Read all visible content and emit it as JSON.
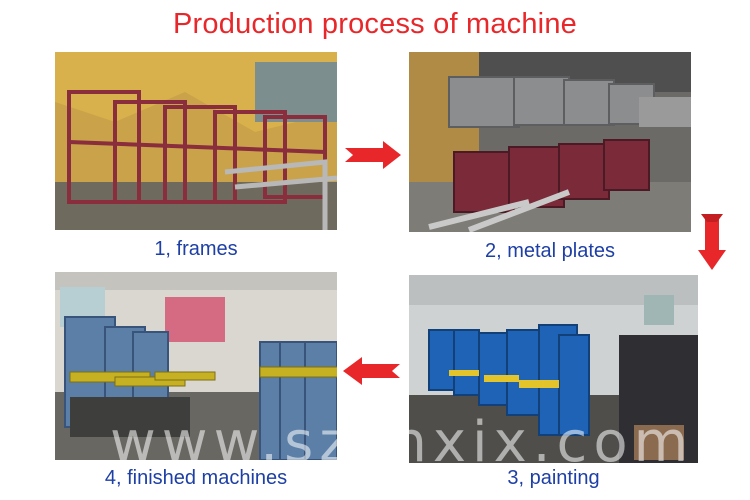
{
  "title": "Production process of machine",
  "steps": [
    {
      "label": "1, frames",
      "icon": "frames-photo"
    },
    {
      "label": "2, metal plates",
      "icon": "metal-plates-photo"
    },
    {
      "label": "3, painting",
      "icon": "painting-photo"
    },
    {
      "label": "4, finished machines",
      "icon": "finished-machines-photo"
    }
  ],
  "watermark": "www.szchxix.com",
  "colors": {
    "title": "#e8272a",
    "caption": "#1d3fa6",
    "arrow": "#e8272a"
  }
}
